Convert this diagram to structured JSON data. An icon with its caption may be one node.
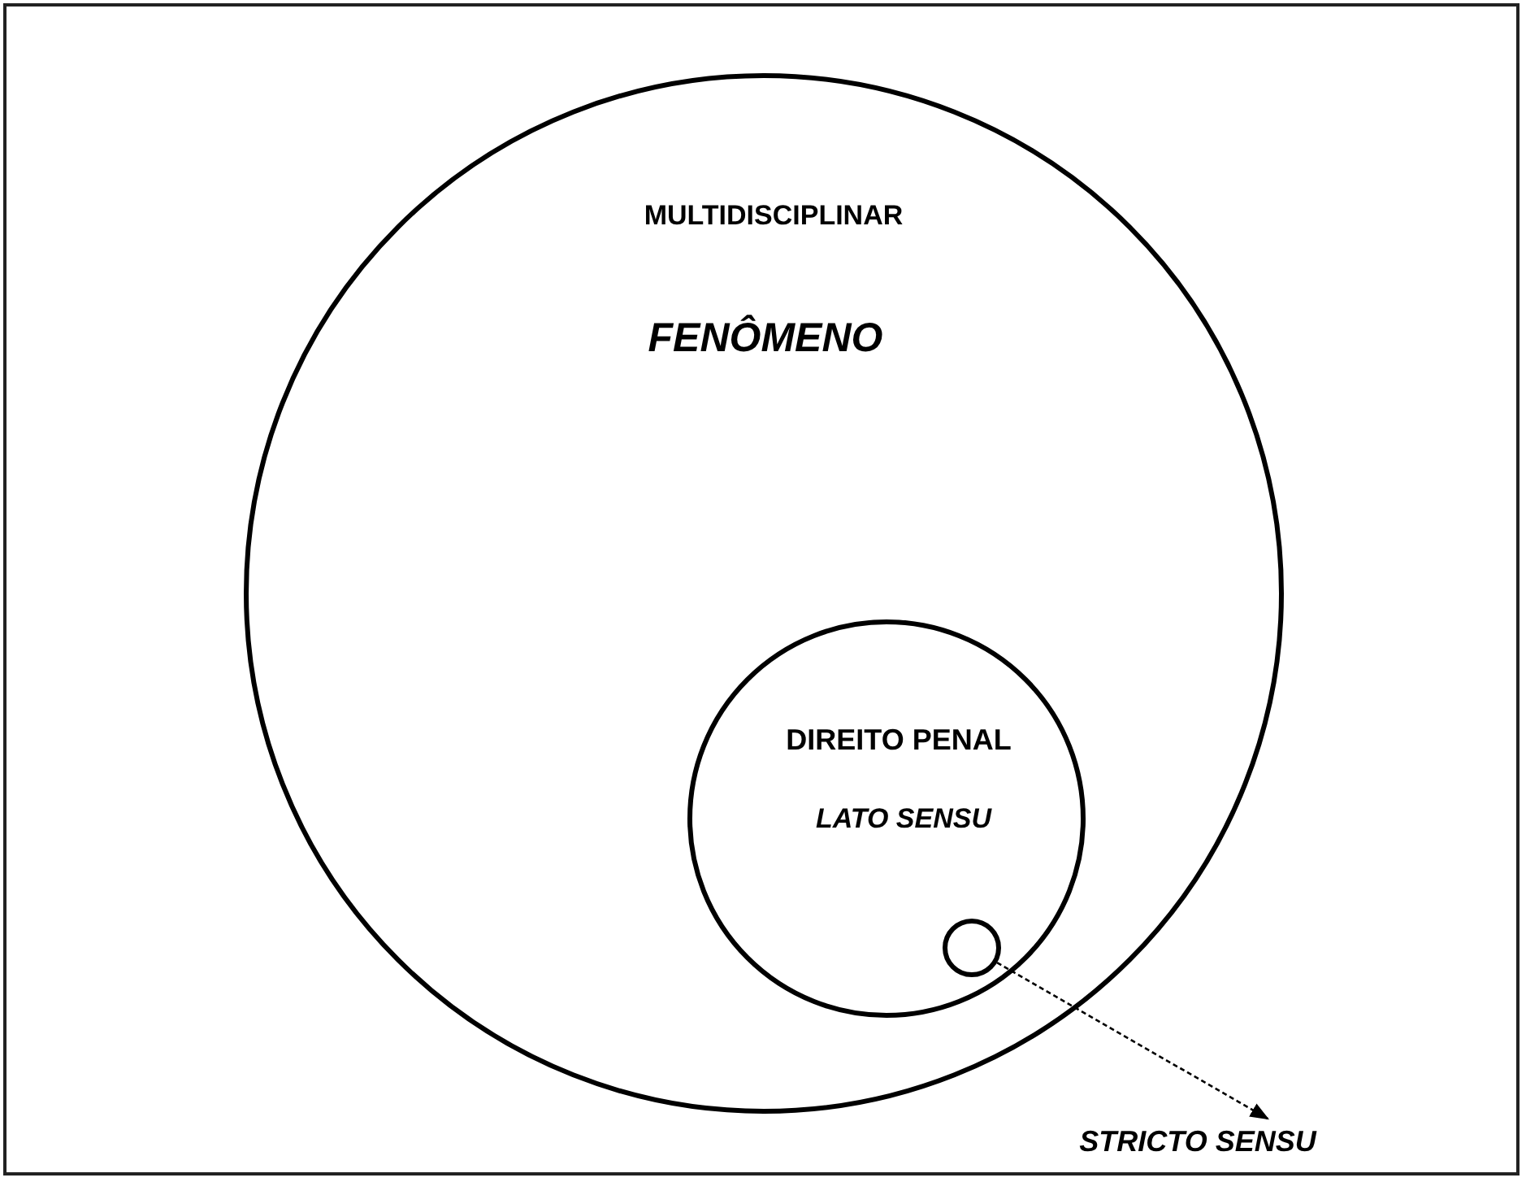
{
  "diagram": {
    "nodes": [
      {
        "text": [
          "MULTIDISCIPLINAR",
          "FENÔMENO"
        ]
      },
      {
        "text": [
          "DIREITO PENAL",
          "LATO SENSU"
        ],
        "in": 0
      },
      {
        "text": [],
        "shape": "circle",
        "in": 1
      },
      {
        "text": [
          "STRICTO SENSU"
        ]
      }
    ],
    "edges": [
      {
        "from": 2,
        "to": 3,
        "arrow": "to",
        "style": "dashed"
      }
    ]
  }
}
